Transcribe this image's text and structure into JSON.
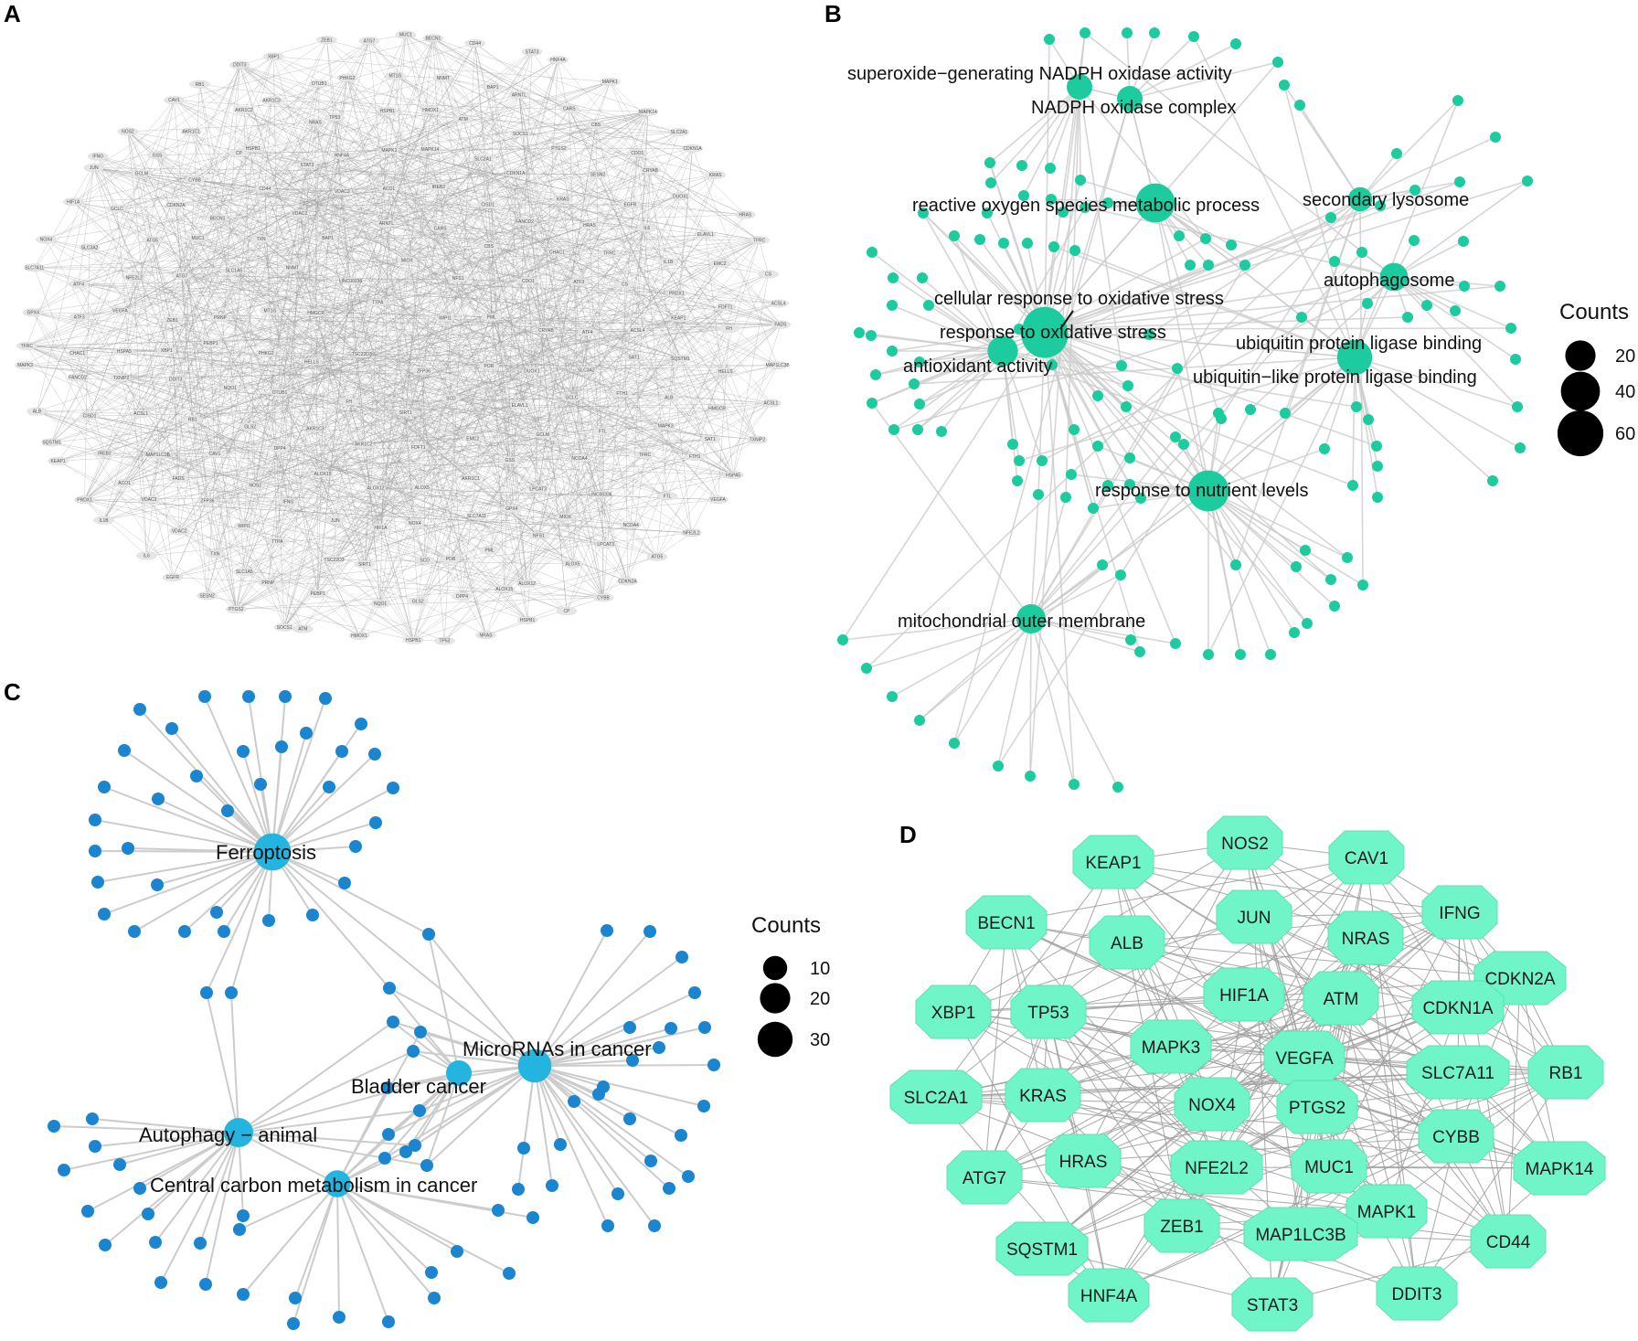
{
  "panel_labels": [
    "A",
    "B",
    "C",
    "D"
  ],
  "colors": {
    "panelB_node": "#1ccc9e",
    "panelC_node": "#1b86cf",
    "panelC_hub": "#24b4e0",
    "panelD_node": "#6ff5c8",
    "edge": "#cccccc",
    "panelA_node": "#e6e6e6"
  },
  "panelA": {
    "node_labels": [
      "FADS",
      "MAP1LC3B",
      "ACSL1",
      "TXNIP2",
      "HSPA5",
      "VEGFA",
      "NFE2L2",
      "ATG5",
      "CDKN2A",
      "CYBB",
      "CP",
      "HSPB1",
      "NRAS",
      "TP53",
      "HSPB1",
      "HMOX1",
      "ATM",
      "SOCS1",
      "PTGS2",
      "SESN2",
      "EGFR",
      "IL6",
      "IL1B",
      "PRDX1",
      "KEAP1",
      "SQSTM1",
      "ALB",
      "MAPK3",
      "TFRC",
      "GPX4",
      "SLC7A11",
      "NOX4",
      "HIF1A",
      "JUN",
      "IFNG",
      "NOS2",
      "CAV1",
      "RB1",
      "DDIT3",
      "XBP1",
      "ZEB1",
      "ATG7",
      "MUC1",
      "BECN1",
      "CD44",
      "STAT3",
      "HNF4A",
      "MAPK1",
      "MAPK14",
      "SLC2A1",
      "CDKN1A",
      "KRAS",
      "HRAS",
      "TFRC",
      "CS",
      "ACSL4",
      "SAT1",
      "FTH1",
      "FTL",
      "NCOA4",
      "LPCAT3",
      "ALOX5",
      "ALOX12",
      "ALOX15",
      "DPP4",
      "GLS2",
      "NQO1",
      "PEBP1",
      "PRNP",
      "SLC1A5",
      "TXN",
      "VDAC2",
      "VDAC3",
      "ACO1",
      "IREB2",
      "CISD1",
      "FANCD2",
      "CHAC1",
      "ATF3",
      "ATF4",
      "SLC3A2",
      "GCLC",
      "GCLM",
      "GSS",
      "AKR1C1",
      "AKR1C2",
      "AKR1C3",
      "OTUB1",
      "PHKG2",
      "MT1G",
      "NNMT",
      "BAP1",
      "ARNTL",
      "CARS",
      "CBS",
      "CDO1",
      "CRYAB",
      "DUOX1",
      "ELAVL1",
      "EMC2",
      "FDFT1",
      "FH",
      "HELLS",
      "HMGCR",
      "LINC00336",
      "MIOX",
      "NFS1",
      "PML",
      "POR",
      "SCD",
      "SIRT1",
      "TSC22D3",
      "TTPA",
      "WIPI1",
      "ZFP36"
    ]
  },
  "panelB": {
    "terms": [
      {
        "label": "superoxide−generating NADPH oxidase activity",
        "count": 12
      },
      {
        "label": "NADPH oxidase complex",
        "count": 12
      },
      {
        "label": "reactive oxygen species metabolic process",
        "count": 40
      },
      {
        "label": "secondary lysosome",
        "count": 10
      },
      {
        "label": "autophagosome",
        "count": 16
      },
      {
        "label": "cellular response to oxidative stress",
        "count": 55
      },
      {
        "label": "response to oxidative stress",
        "count": 62
      },
      {
        "label": "antioxidant activity",
        "count": 20
      },
      {
        "label": "ubiquitin protein ligase binding",
        "count": 30
      },
      {
        "label": "ubiquitin−like protein ligase binding",
        "count": 30
      },
      {
        "label": "response to nutrient levels",
        "count": 45
      },
      {
        "label": "mitochondrial outer membrane",
        "count": 18
      }
    ],
    "legend": {
      "title": "Counts",
      "values": [
        "20",
        "40",
        "60"
      ]
    }
  },
  "panelC": {
    "terms": [
      {
        "label": "Ferroptosis",
        "count": 35
      },
      {
        "label": "MicroRNAs in cancer",
        "count": 26
      },
      {
        "label": "Bladder cancer",
        "count": 12
      },
      {
        "label": "Autophagy − animal",
        "count": 18
      },
      {
        "label": "Central carbon metabolism in cancer",
        "count": 14
      }
    ],
    "legend": {
      "title": "Counts",
      "values": [
        "10",
        "20",
        "30"
      ]
    }
  },
  "panelD": {
    "genes": [
      "NOS2",
      "KEAP1",
      "CAV1",
      "BECN1",
      "JUN",
      "IFNG",
      "ALB",
      "NRAS",
      "CDKN2A",
      "XBP1",
      "TP53",
      "HIF1A",
      "ATM",
      "CDKN1A",
      "MAPK3",
      "VEGFA",
      "SLC7A11",
      "RB1",
      "SLC2A1",
      "KRAS",
      "NOX4",
      "PTGS2",
      "CYBB",
      "ATG7",
      "HRAS",
      "NFE2L2",
      "MUC1",
      "MAPK14",
      "ZEB1",
      "MAPK1",
      "SQSTM1",
      "MAP1LC3B",
      "CD44",
      "HNF4A",
      "STAT3",
      "DDIT3"
    ]
  }
}
